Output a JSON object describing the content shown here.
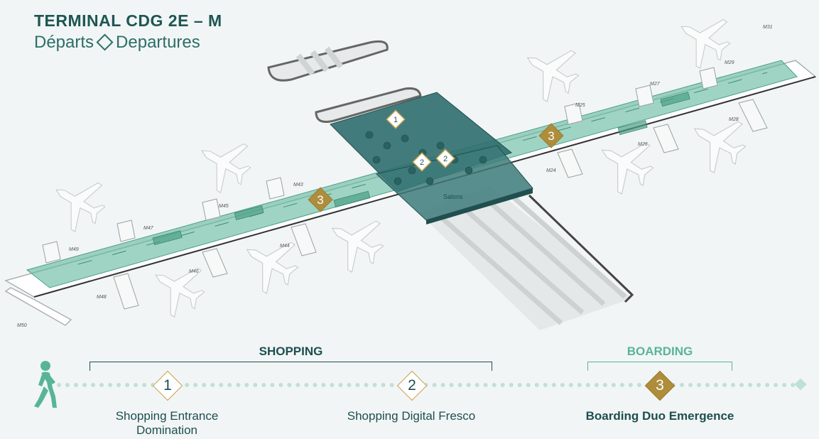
{
  "header": {
    "title": "TERMINAL CDG 2E – M",
    "subtitle_fr": "Départs",
    "subtitle_en": "Departures"
  },
  "map": {
    "salons_label": "Salons",
    "gates": [
      "M31",
      "M29",
      "M27",
      "M25",
      "M28",
      "M26",
      "M24",
      "M43",
      "M45",
      "M47",
      "M49",
      "M44",
      "M46",
      "M48",
      "M50"
    ],
    "markers": [
      {
        "label": "1",
        "type": "shopping"
      },
      {
        "label": "2",
        "type": "shopping"
      },
      {
        "label": "2",
        "type": "shopping"
      },
      {
        "label": "3",
        "type": "boarding"
      },
      {
        "label": "3",
        "type": "boarding"
      }
    ]
  },
  "journey": {
    "shopping_label": "SHOPPING",
    "boarding_label": "BOARDING",
    "steps": [
      {
        "number": "1",
        "name": "Shopping Entrance Domination"
      },
      {
        "number": "2",
        "name": "Shopping Digital Fresco"
      },
      {
        "number": "3",
        "name": "Boarding Duo Emergence"
      }
    ]
  },
  "colors": {
    "title": "#1d5654",
    "zone_teal_light": "#5fb89d",
    "zone_teal_dark": "#2f6e6e",
    "gold": "#ae8d3b",
    "boarding_text": "#57b597",
    "track": "#bfe1d5"
  },
  "icons": [
    "walking-person-icon",
    "shopping-marker-icon",
    "boarding-marker-icon",
    "airplane-icon"
  ]
}
